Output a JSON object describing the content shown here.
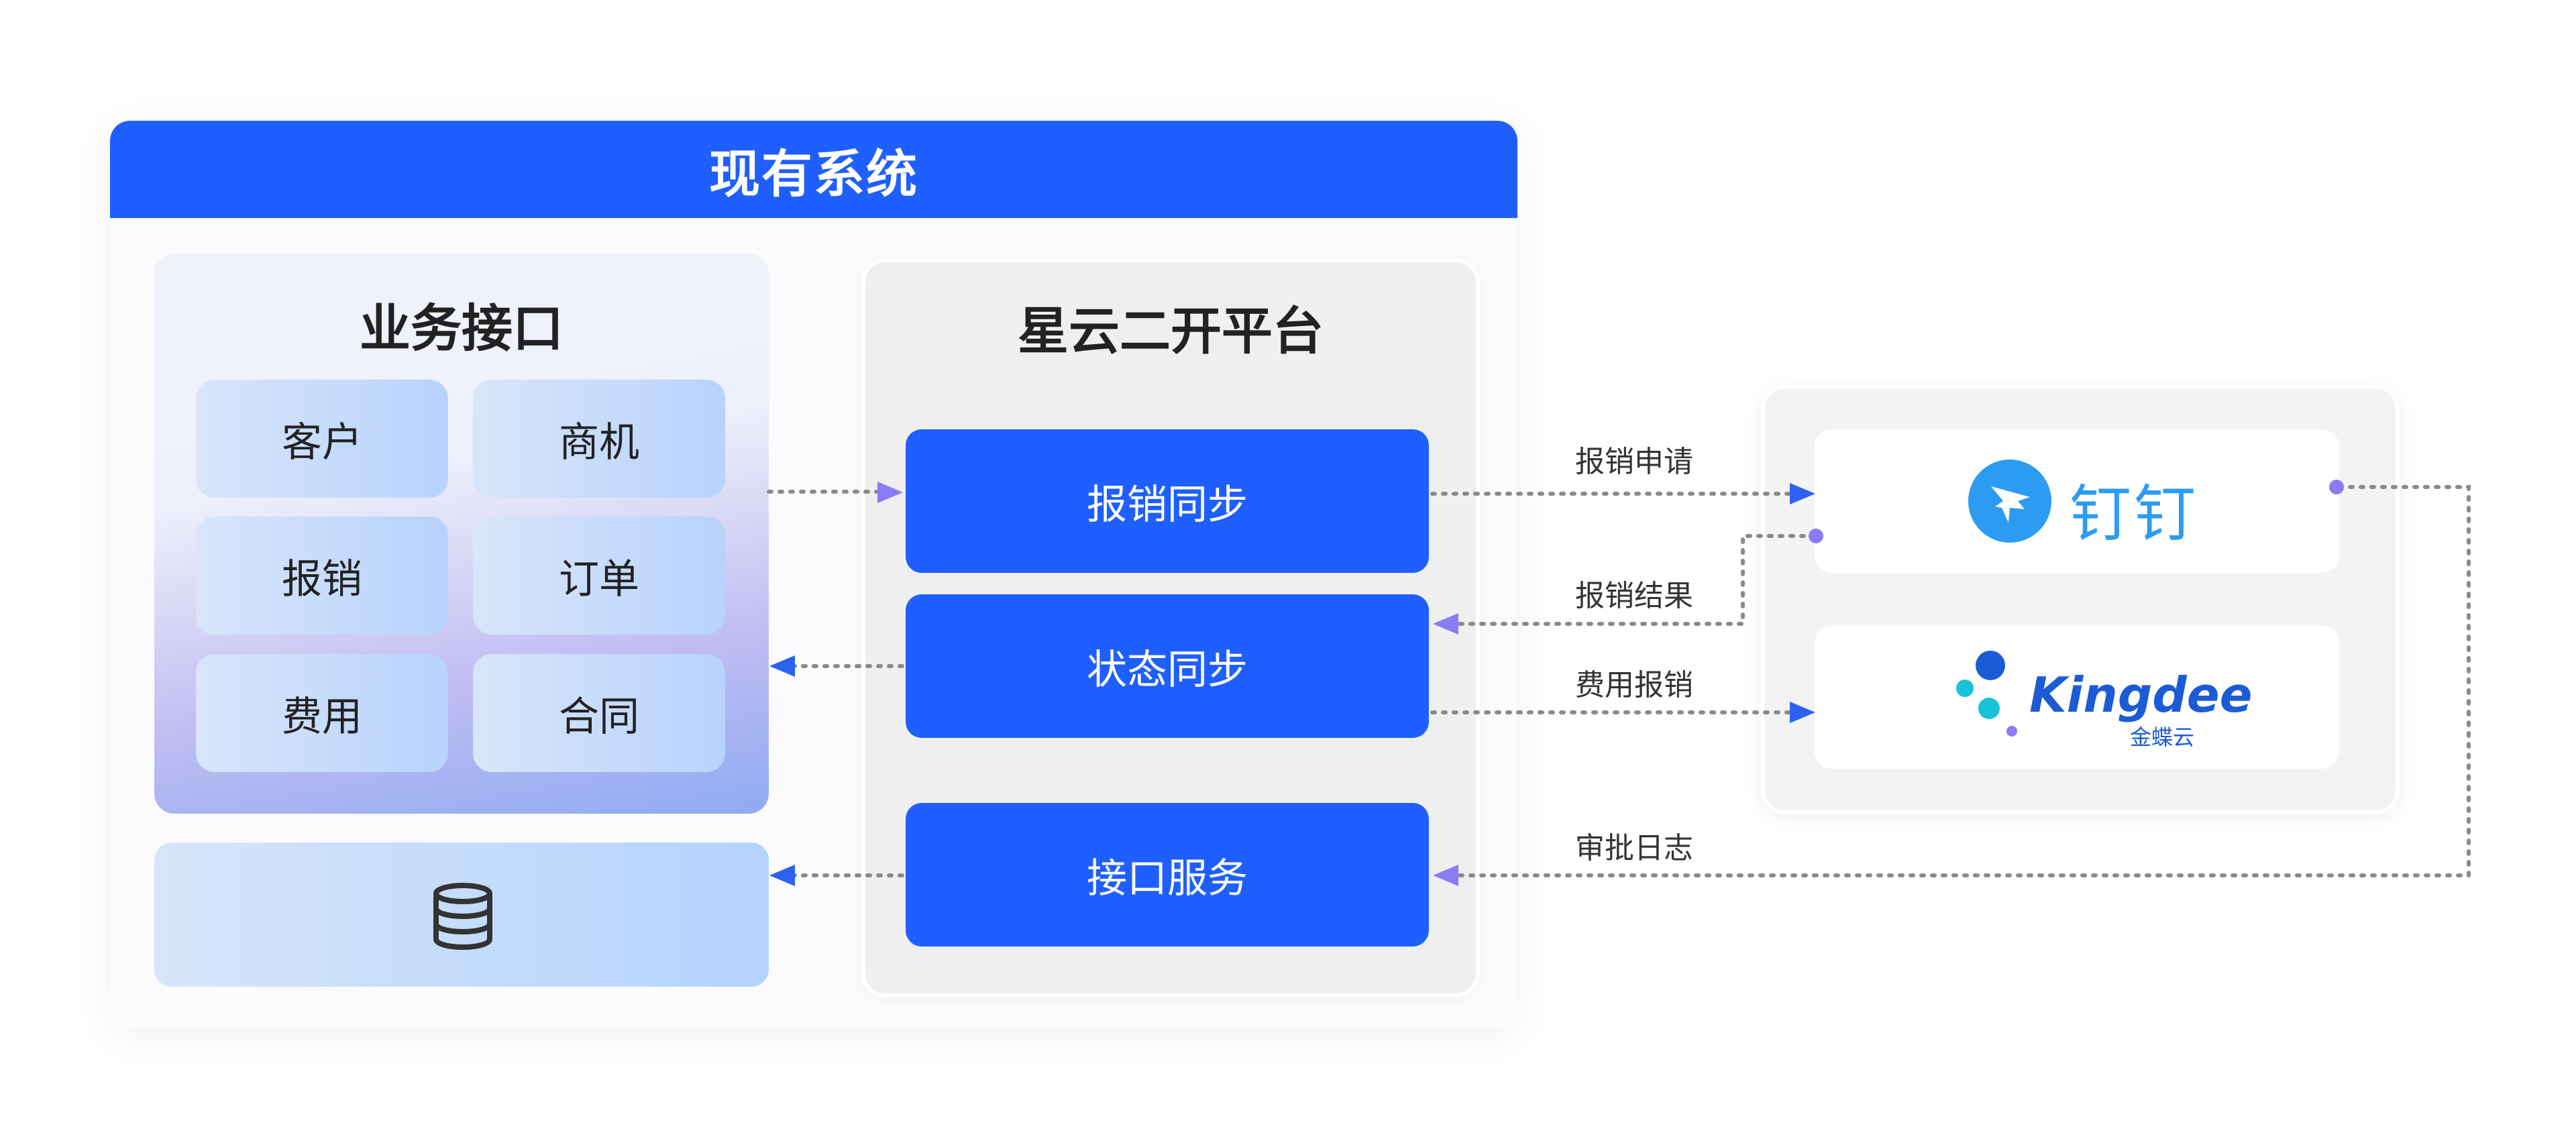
{
  "existing_system": {
    "title": "现有系统"
  },
  "business_interface": {
    "title": "业务接口",
    "items": [
      "客户",
      "商机",
      "报销",
      "订单",
      "费用",
      "合同"
    ]
  },
  "database": {
    "icon": "database-icon"
  },
  "platform": {
    "title": "星云二开平台",
    "buttons": [
      "报销同步",
      "状态同步",
      "接口服务"
    ]
  },
  "external": {
    "dingtalk": {
      "text": "钉钉",
      "icon": "dingtalk-logo"
    },
    "kingdee": {
      "text": "Kingdee",
      "subtext": "金蝶云",
      "icon": "kingdee-logo"
    }
  },
  "flows": {
    "expense_request": "报销申请",
    "expense_result": "报销结果",
    "cost_expense": "费用报销",
    "approval_log": "审批日志"
  },
  "colors": {
    "primary": "#1f5fff",
    "arrow_blue": "#2b62f0",
    "arrow_purple": "#8b7cf5",
    "dingtalk": "#2b9cf2",
    "kingdee": "#1b5bd6"
  }
}
